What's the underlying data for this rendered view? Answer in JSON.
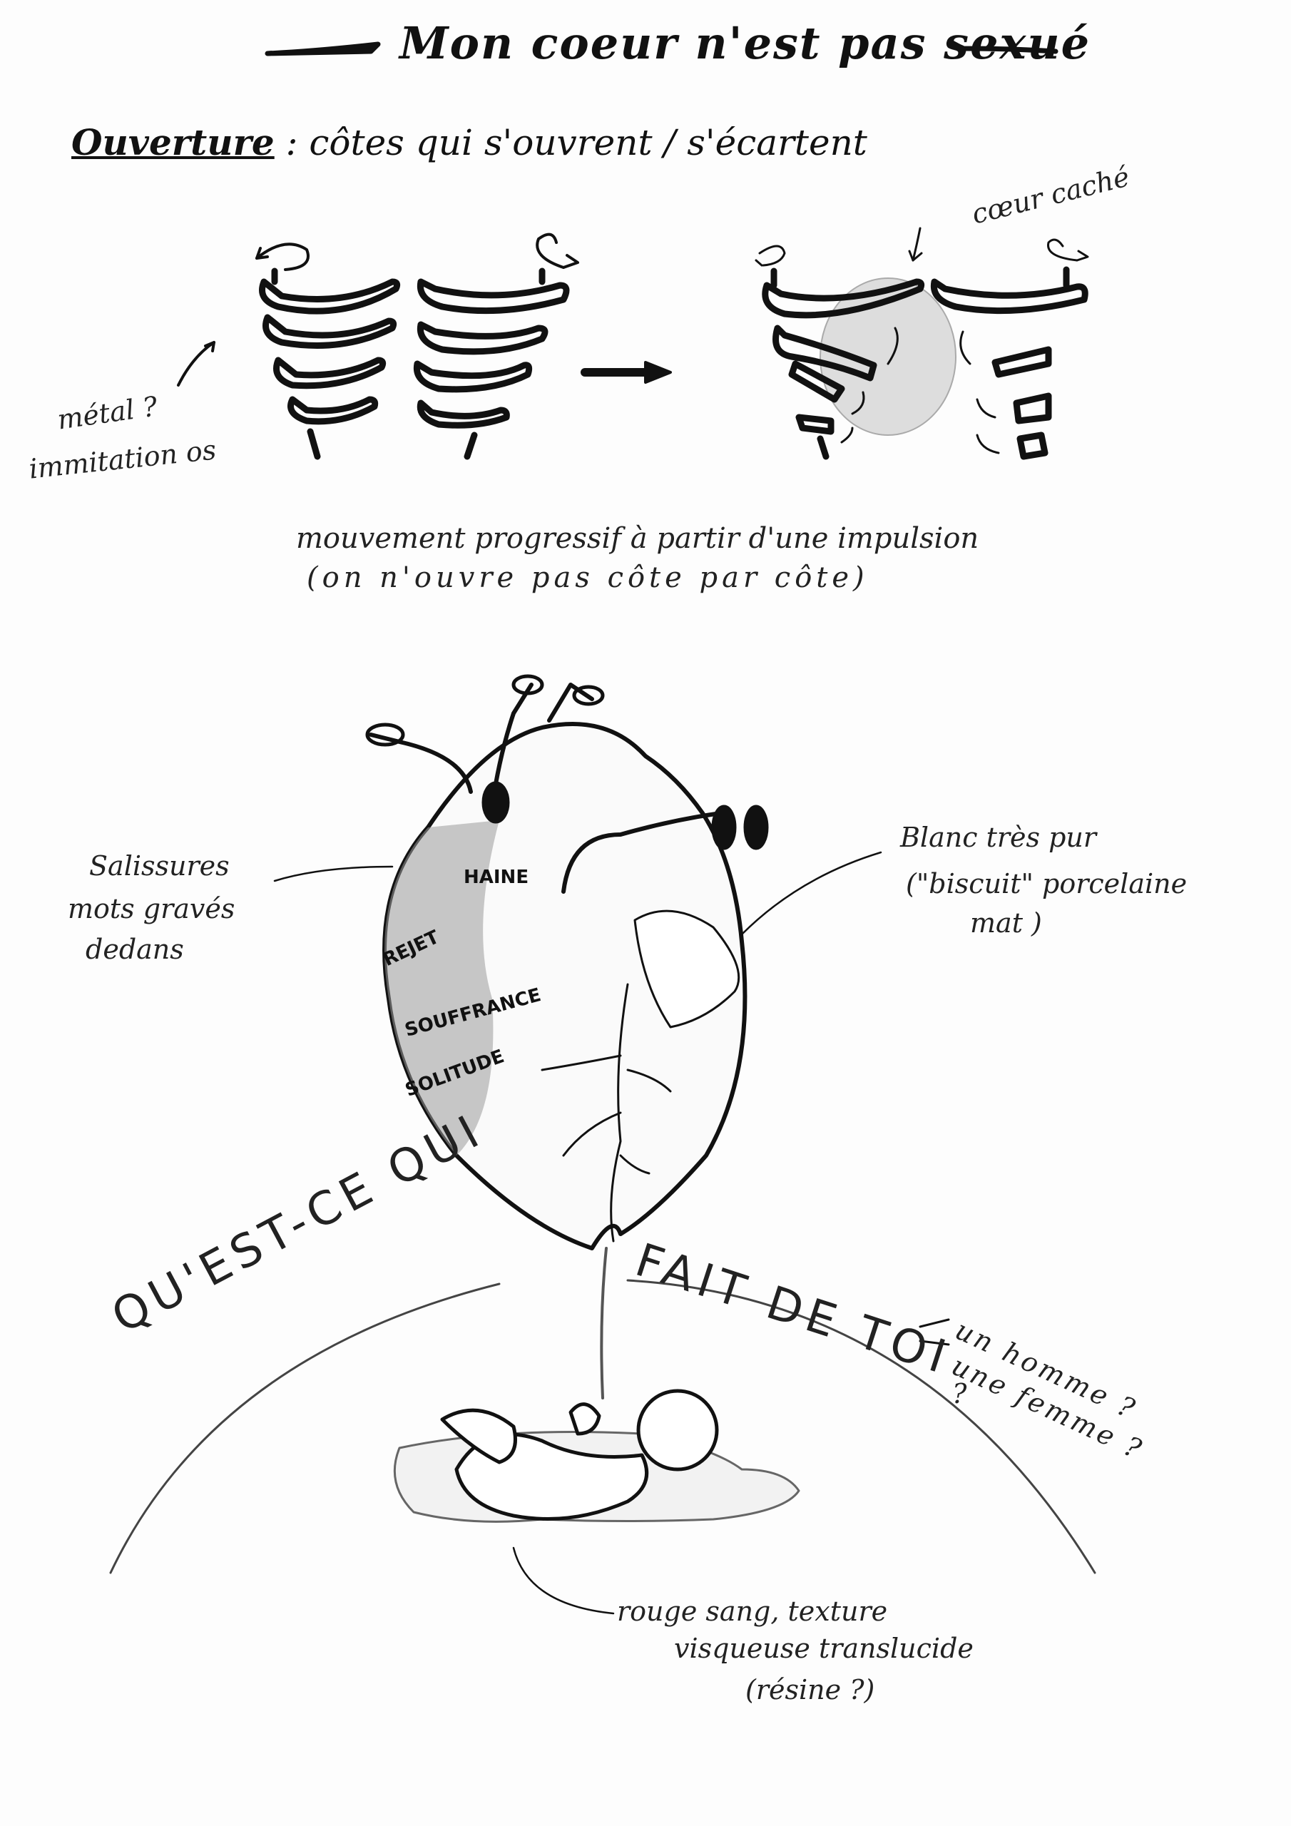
{
  "title": "Mon coeur n'est pas sexué",
  "subtitle": {
    "label": "Ouverture",
    "separator": ":",
    "text": "côtes qui s'ouvrent / s'écartent"
  },
  "rib_notes": {
    "material_1": "métal ?",
    "material_2": "immitation os",
    "hidden_heart": "cœur caché",
    "movement_1": "mouvement progressif à partir d'une impulsion",
    "movement_2": "(on n'ouvre pas côte par côte)"
  },
  "heart_words": [
    "HAINE",
    "REJET",
    "SOUFFRANCE",
    "SOLITUDE"
  ],
  "heart_notes": {
    "left": [
      "Salissures",
      "mots gravés",
      "dedans"
    ],
    "right": [
      "Blanc très pur",
      "(\"biscuit\" porcelaine",
      "mat )"
    ]
  },
  "question": {
    "part1": "QU'EST-CE QUI",
    "part2": "FAIT DE TOI",
    "options": [
      "un homme ?",
      "une femme ?",
      "?"
    ]
  },
  "pool_note": [
    "rouge sang, texture",
    "visqueuse translucide",
    "(résine ?)"
  ]
}
